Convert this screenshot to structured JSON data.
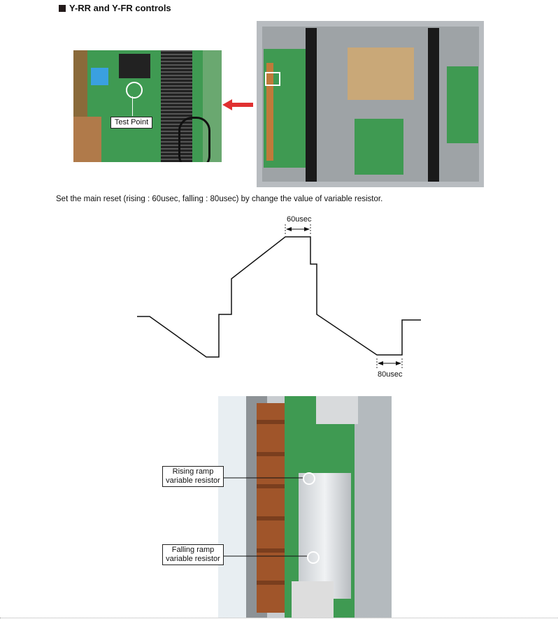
{
  "section_title": "Y-RR and Y-FR controls",
  "instruction": "Set the main reset (rising : 60usec, falling : 80usec) by change the value of variable resistor.",
  "photo1": {
    "callout": "Test Point"
  },
  "waveform": {
    "rising_label": "60usec",
    "falling_label": "80usec"
  },
  "photo3": {
    "rising_label_1": "Rising ramp",
    "rising_label_2": "variable resistor",
    "falling_label_1": "Falling ramp",
    "falling_label_2": "variable resistor"
  },
  "colors": {
    "arrow": "#e03030",
    "board": "#2f8a4a",
    "text": "#111111"
  }
}
